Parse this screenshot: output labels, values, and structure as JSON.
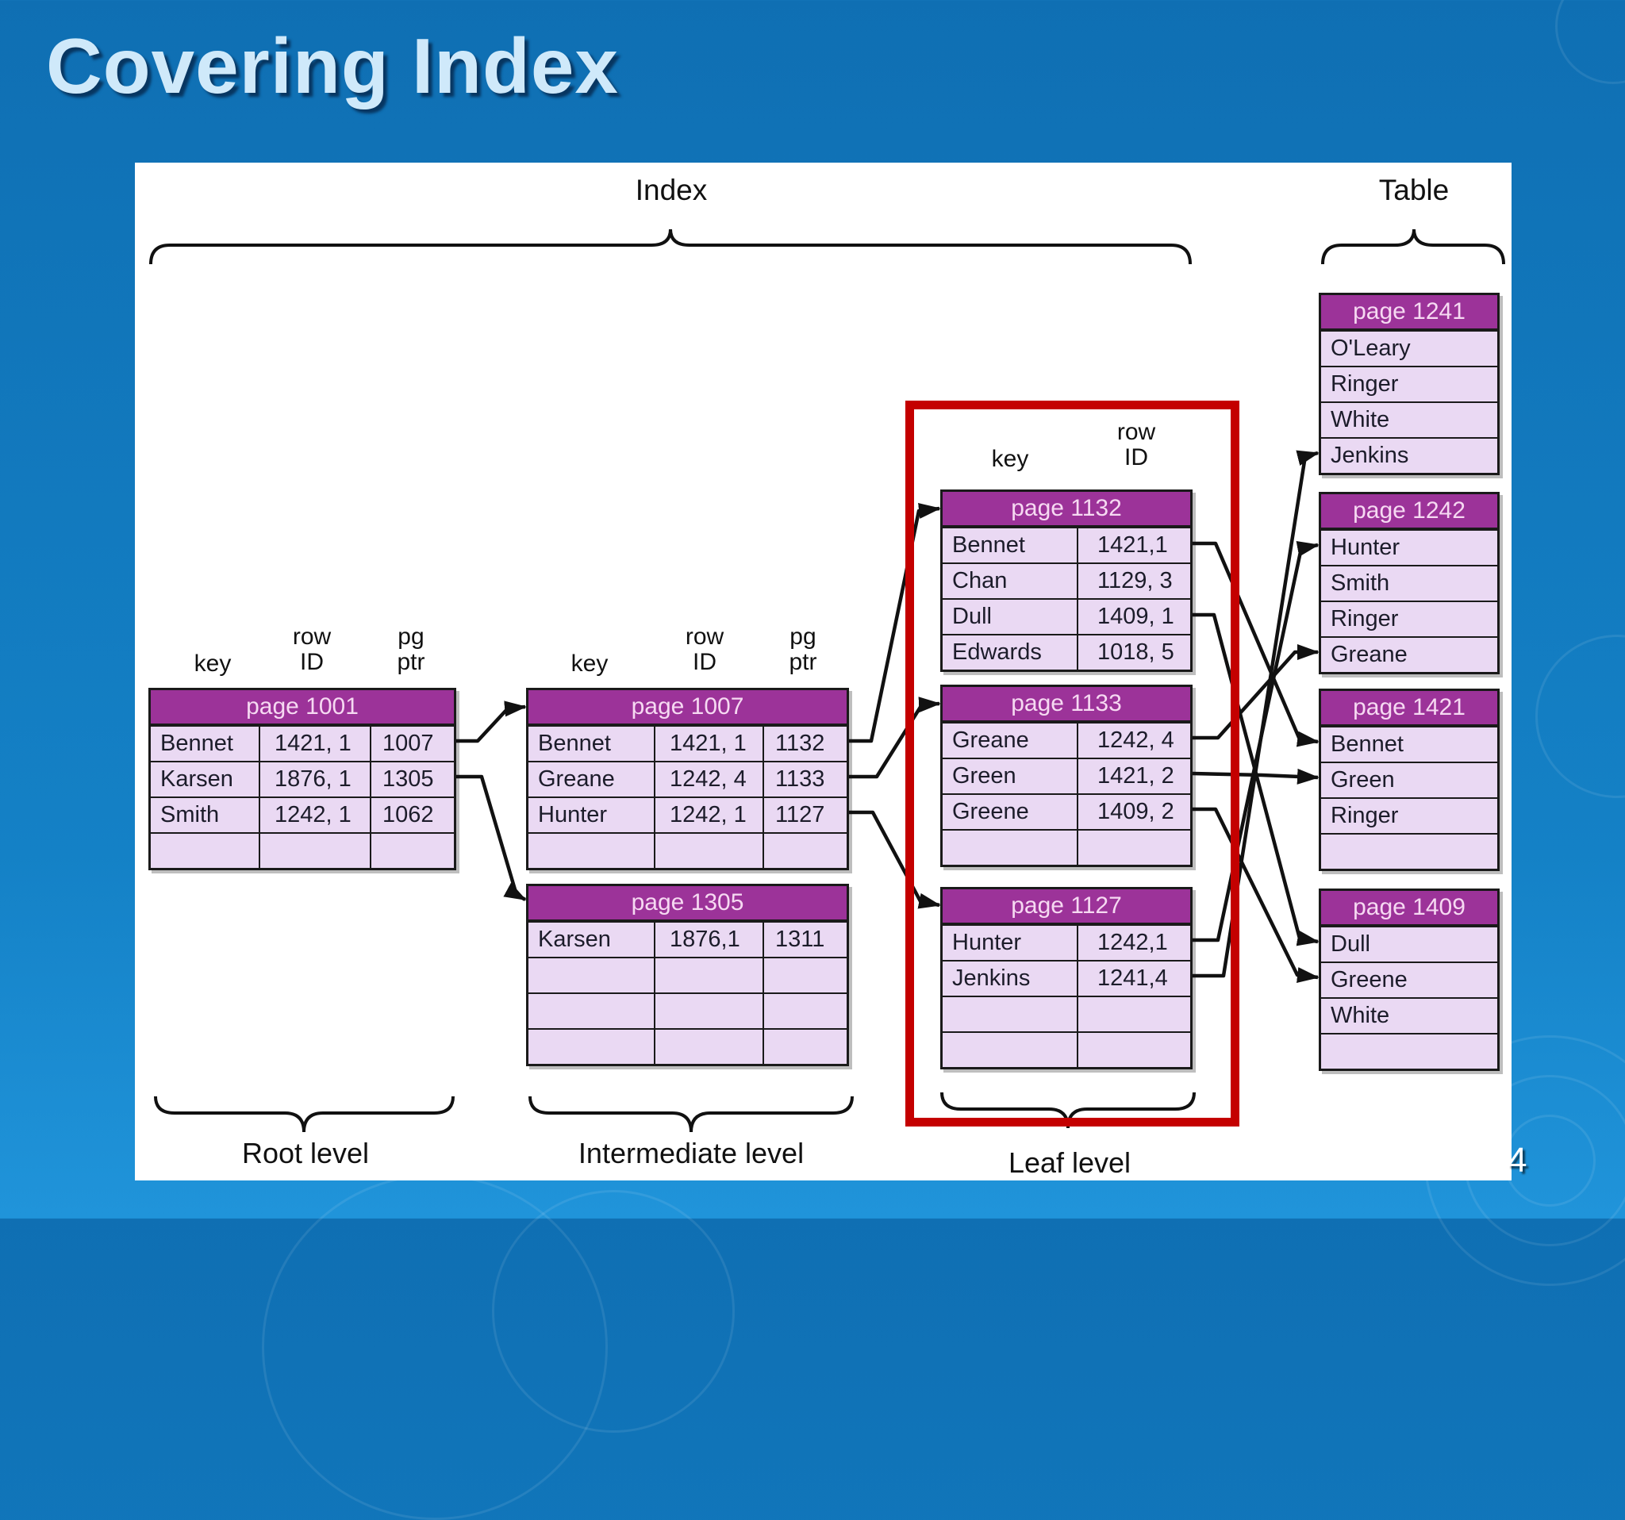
{
  "slide": {
    "title": "Covering Index",
    "page_number": "4"
  },
  "labels": {
    "index": "Index",
    "table": "Table",
    "root_level": "Root level",
    "intermediate_level": "Intermediate level",
    "leaf_level": "Leaf level"
  },
  "column_headers": {
    "key": "key",
    "row_id": [
      "row",
      "ID"
    ],
    "pg_ptr": [
      "pg",
      "ptr"
    ]
  },
  "colors": {
    "header_purple": "#9c3399",
    "row_lavender": "#ead9f3",
    "highlight_red": "#c40000",
    "background_top": "#0f6fb3",
    "background_bottom": "#2094da",
    "title_text": "#cfe9fa"
  },
  "nodes": [
    {
      "id": "p1001",
      "level": "root",
      "title": "page 1001",
      "rows": [
        [
          "Bennet",
          "1421, 1",
          "1007"
        ],
        [
          "Karsen",
          "1876, 1",
          "1305"
        ],
        [
          "Smith",
          "1242, 1",
          "1062"
        ],
        [
          "",
          "",
          ""
        ]
      ]
    },
    {
      "id": "p1007",
      "level": "intermediate",
      "title": "page 1007",
      "rows": [
        [
          "Bennet",
          "1421, 1",
          "1132"
        ],
        [
          "Greane",
          "1242, 4",
          "1133"
        ],
        [
          "Hunter",
          "1242, 1",
          "1127"
        ],
        [
          "",
          "",
          ""
        ]
      ]
    },
    {
      "id": "p1305",
      "level": "intermediate",
      "title": "page 1305",
      "rows": [
        [
          "Karsen",
          "1876,1",
          "1311"
        ],
        [
          "",
          "",
          ""
        ],
        [
          "",
          "",
          ""
        ],
        [
          "",
          "",
          ""
        ]
      ]
    },
    {
      "id": "p1132",
      "level": "leaf",
      "title": "page 1132",
      "rows": [
        [
          "Bennet",
          "1421,1"
        ],
        [
          "Chan",
          "1129, 3"
        ],
        [
          "Dull",
          "1409, 1"
        ],
        [
          "Edwards",
          "1018, 5"
        ]
      ]
    },
    {
      "id": "p1133",
      "level": "leaf",
      "title": "page 1133",
      "rows": [
        [
          "Greane",
          "1242, 4"
        ],
        [
          "Green",
          "1421, 2"
        ],
        [
          "Greene",
          "1409, 2"
        ],
        [
          "",
          ""
        ]
      ]
    },
    {
      "id": "p1127",
      "level": "leaf",
      "title": "page 1127",
      "rows": [
        [
          "Hunter",
          "1242,1"
        ],
        [
          "Jenkins",
          "1241,4"
        ],
        [
          "",
          ""
        ],
        [
          "",
          ""
        ]
      ]
    },
    {
      "id": "p1241",
      "level": "table",
      "title": "page 1241",
      "rows": [
        [
          "O'Leary"
        ],
        [
          "Ringer"
        ],
        [
          "White"
        ],
        [
          "Jenkins"
        ]
      ]
    },
    {
      "id": "p1242",
      "level": "table",
      "title": "page 1242",
      "rows": [
        [
          "Hunter"
        ],
        [
          "Smith"
        ],
        [
          "Ringer"
        ],
        [
          "Greane"
        ]
      ]
    },
    {
      "id": "p1421",
      "level": "table",
      "title": "page 1421",
      "rows": [
        [
          "Bennet"
        ],
        [
          "Green"
        ],
        [
          "Ringer"
        ],
        [
          ""
        ]
      ]
    },
    {
      "id": "p1409",
      "level": "table",
      "title": "page 1409",
      "rows": [
        [
          "Dull"
        ],
        [
          "Greene"
        ],
        [
          "White"
        ],
        [
          ""
        ]
      ]
    }
  ],
  "arrows": [
    {
      "from": "page 1001:Bennet",
      "to": "page 1007"
    },
    {
      "from": "page 1001:Karsen",
      "to": "page 1305"
    },
    {
      "from": "page 1007:Bennet",
      "to": "page 1132"
    },
    {
      "from": "page 1007:Greane",
      "to": "page 1133"
    },
    {
      "from": "page 1007:Hunter",
      "to": "page 1127"
    },
    {
      "from": "page 1132:Bennet",
      "to": "page 1421:Bennet"
    },
    {
      "from": "page 1132:Dull",
      "to": "page 1409:Dull"
    },
    {
      "from": "page 1133:Greane",
      "to": "page 1242:Greane"
    },
    {
      "from": "page 1133:Green",
      "to": "page 1421:Green"
    },
    {
      "from": "page 1133:Greene",
      "to": "page 1409:Greene"
    },
    {
      "from": "page 1127:Hunter",
      "to": "page 1242:Hunter"
    },
    {
      "from": "page 1127:Jenkins",
      "to": "page 1241:Jenkins"
    }
  ]
}
